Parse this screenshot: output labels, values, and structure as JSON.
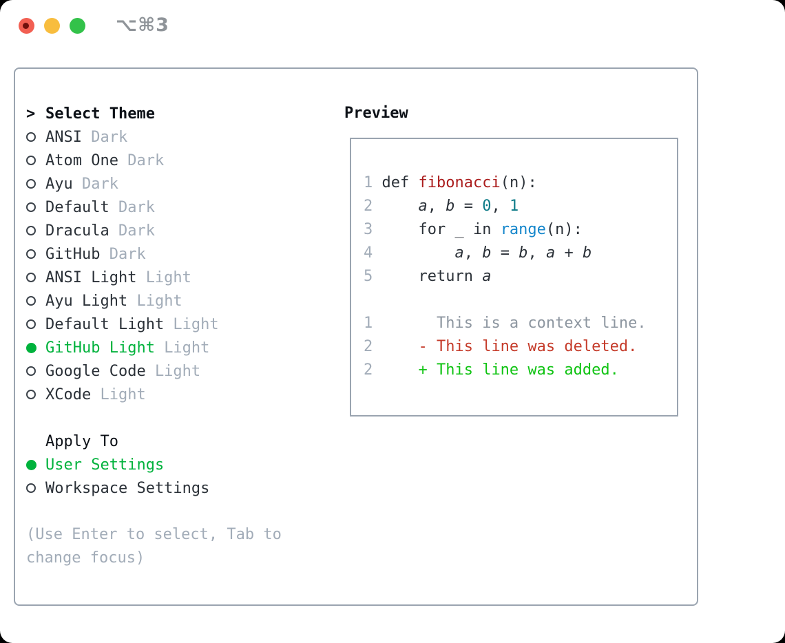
{
  "titlebar": {
    "title": "⌥⌘3",
    "lights": [
      {
        "name": "close"
      },
      {
        "name": "minimize"
      },
      {
        "name": "zoom"
      }
    ]
  },
  "panel": {
    "select_pointer": ">",
    "select_header": "Select Theme",
    "themes": [
      {
        "name": "ANSI",
        "variant": "Dark",
        "selected": false
      },
      {
        "name": "Atom One",
        "variant": "Dark",
        "selected": false
      },
      {
        "name": "Ayu",
        "variant": "Dark",
        "selected": false
      },
      {
        "name": "Default",
        "variant": "Dark",
        "selected": false
      },
      {
        "name": "Dracula",
        "variant": "Dark",
        "selected": false
      },
      {
        "name": "GitHub",
        "variant": "Dark",
        "selected": false
      },
      {
        "name": "ANSI Light",
        "variant": "Light",
        "selected": false
      },
      {
        "name": "Ayu Light",
        "variant": "Light",
        "selected": false
      },
      {
        "name": "Default Light",
        "variant": "Light",
        "selected": false
      },
      {
        "name": "GitHub Light",
        "variant": "Light",
        "selected": true
      },
      {
        "name": "Google Code",
        "variant": "Light",
        "selected": false
      },
      {
        "name": "XCode",
        "variant": "Light",
        "selected": false
      }
    ],
    "apply_header": "Apply To",
    "apply_options": [
      {
        "label": "User Settings",
        "selected": true
      },
      {
        "label": "Workspace Settings",
        "selected": false
      }
    ],
    "hint_lines": [
      "(Use Enter to select, Tab to",
      "change focus)"
    ]
  },
  "preview": {
    "title": "Preview",
    "code_lines": [
      {
        "num": "1",
        "segments": [
          {
            "t": "def ",
            "c": "plain"
          },
          {
            "t": "fibonacci",
            "c": "func"
          },
          {
            "t": "(n):",
            "c": "plain"
          }
        ]
      },
      {
        "num": "2",
        "segments": [
          {
            "t": "    ",
            "c": "plain"
          },
          {
            "t": "a",
            "c": "var"
          },
          {
            "t": ", ",
            "c": "plain"
          },
          {
            "t": "b",
            "c": "var"
          },
          {
            "t": " = ",
            "c": "plain"
          },
          {
            "t": "0",
            "c": "num"
          },
          {
            "t": ", ",
            "c": "plain"
          },
          {
            "t": "1",
            "c": "num"
          }
        ]
      },
      {
        "num": "3",
        "segments": [
          {
            "t": "    for _ in ",
            "c": "plain"
          },
          {
            "t": "range",
            "c": "call"
          },
          {
            "t": "(n):",
            "c": "plain"
          }
        ]
      },
      {
        "num": "4",
        "segments": [
          {
            "t": "        ",
            "c": "plain"
          },
          {
            "t": "a",
            "c": "var"
          },
          {
            "t": ", ",
            "c": "plain"
          },
          {
            "t": "b",
            "c": "var"
          },
          {
            "t": " = ",
            "c": "plain"
          },
          {
            "t": "b",
            "c": "var"
          },
          {
            "t": ", ",
            "c": "plain"
          },
          {
            "t": "a",
            "c": "var"
          },
          {
            "t": " + ",
            "c": "plain"
          },
          {
            "t": "b",
            "c": "var"
          }
        ]
      },
      {
        "num": "5",
        "segments": [
          {
            "t": "    return ",
            "c": "plain"
          },
          {
            "t": "a",
            "c": "var"
          }
        ]
      },
      {
        "num": "",
        "segments": []
      },
      {
        "num": "1",
        "segments": [
          {
            "t": "      This is a context line.",
            "c": "context"
          }
        ]
      },
      {
        "num": "2",
        "segments": [
          {
            "t": "    - This line was deleted.",
            "c": "deleted"
          }
        ]
      },
      {
        "num": "2",
        "segments": [
          {
            "t": "    + This line was added.",
            "c": "added"
          }
        ]
      }
    ]
  },
  "colors": {
    "window_border": "#9aa4b0",
    "text_primary": "#2b3138",
    "text_heading": "#0d1117",
    "text_muted": "#a2acb8",
    "accent_green": "#00b23c",
    "diff_added": "#0fc312",
    "diff_deleted": "#c53b2a",
    "diff_context": "#8d96a0",
    "syntax_function": "#ab1d1d",
    "syntax_builtin": "#1486cb",
    "syntax_number": "#0c7a87",
    "light_close": "#f25f52",
    "light_close_dot": "#6f100c",
    "light_minimize": "#f8bd3e",
    "light_zoom": "#33c24a",
    "titlebar_text": "#8f9499"
  }
}
